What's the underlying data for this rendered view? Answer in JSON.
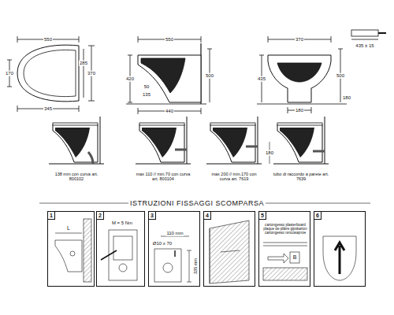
{
  "diagram": {
    "title": "ISTRUZIONI FISSAGGI SCOMPARSA",
    "nodes": [
      {
        "text": [
          "1"
        ]
      },
      {
        "text": [
          "2"
        ]
      },
      {
        "text": [
          "3"
        ]
      },
      {
        "text": [
          "4"
        ]
      },
      {
        "text": [
          "5"
        ]
      },
      {
        "text": [
          "6"
        ]
      }
    ],
    "labels": [
      "550",
      "370",
      "285",
      "170",
      "345",
      "550",
      "420",
      "500",
      "50",
      "135",
      "440",
      "370",
      "435",
      "500",
      "180",
      "180",
      "435 ± 15",
      "138 mm con curva art. 800102",
      "max 110 // min.70 con curva art. 800104",
      "180",
      "max 200 // min.170 con curva art. 7619",
      "tubo di raccordo a parete art. 7639",
      "L",
      "M = 5 Nm",
      "110 mm",
      "Ø10 x 70",
      "335 mm",
      "cartongesso plasterboard plaque de plâtre gipskarton cartongesso гипсокартон",
      "B"
    ]
  }
}
